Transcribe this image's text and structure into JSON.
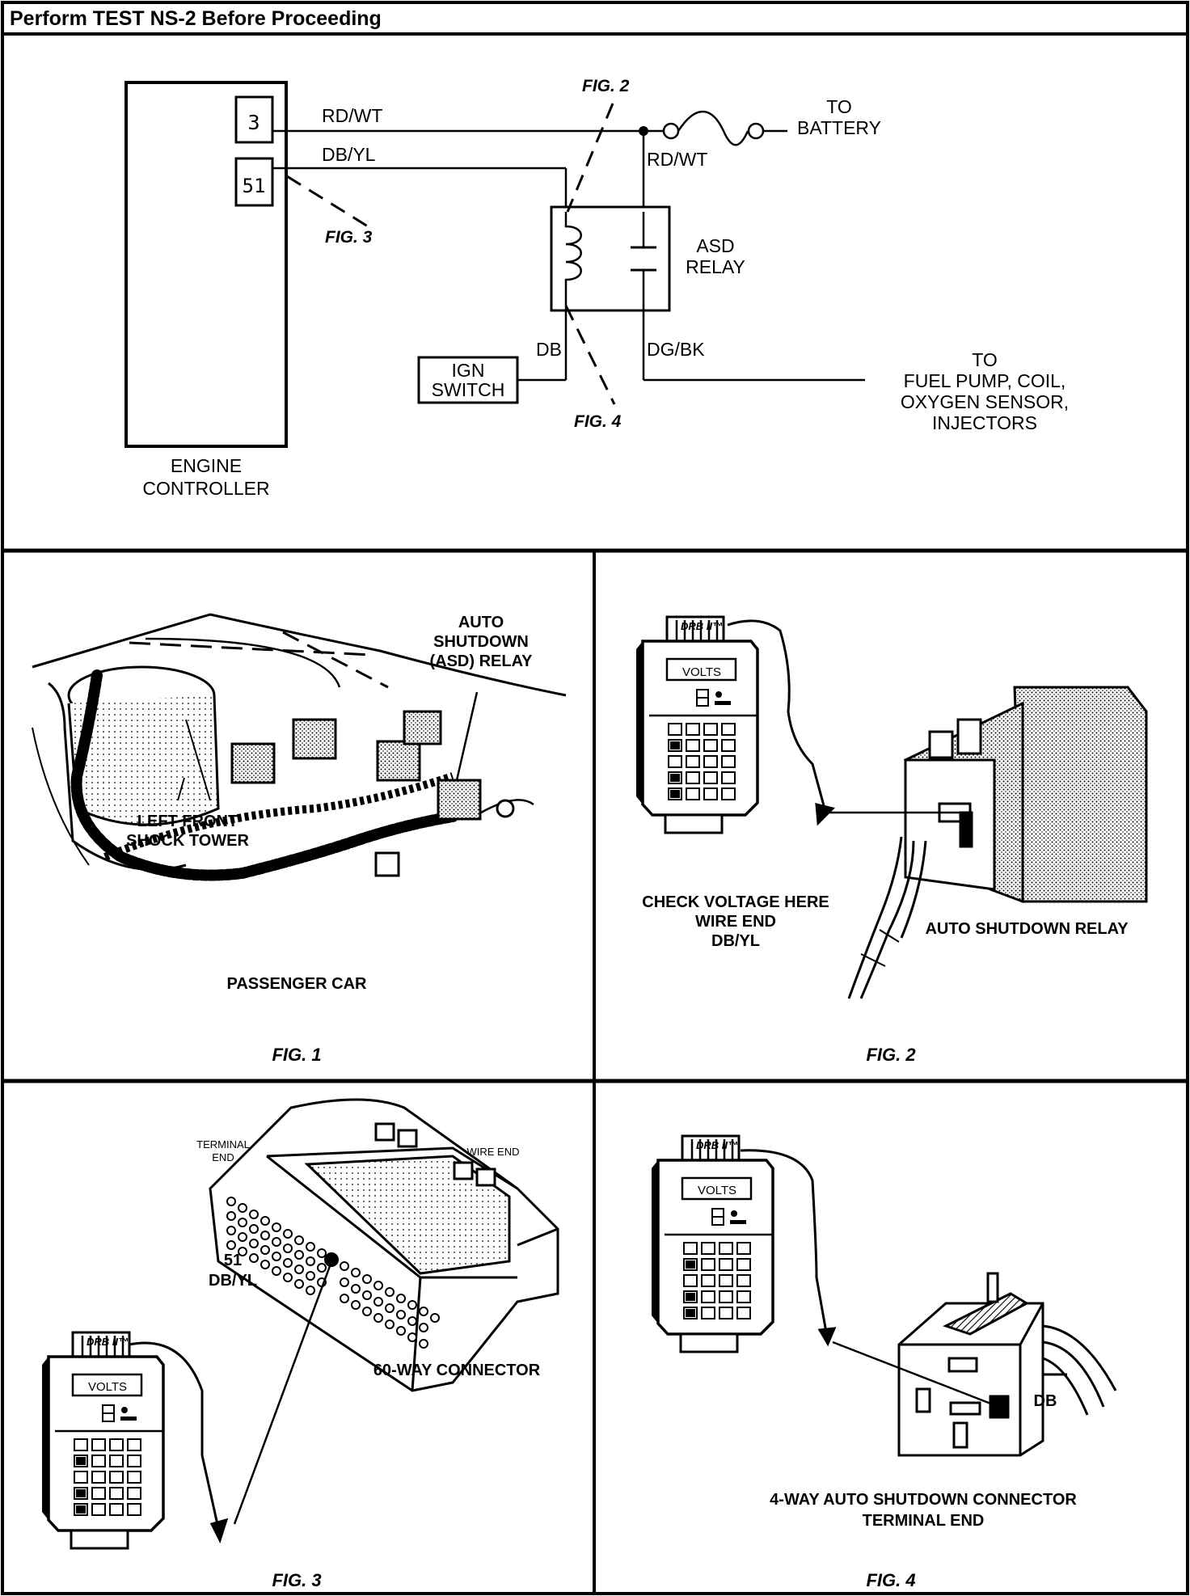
{
  "header": {
    "title": "Perform TEST NS-2 Before Proceeding"
  },
  "schematic": {
    "pin3": "3",
    "pin51": "51",
    "wire_rdwt_top": "RD/WT",
    "wire_dbyl": "DB/YL",
    "wire_rdwt_right": "RD/WT",
    "wire_db": "DB",
    "wire_dgbk": "DG/BK",
    "fig2_callout": "FIG. 2",
    "fig3_callout": "FIG. 3",
    "fig4_callout": "FIG. 4",
    "to_battery_1": "TO",
    "to_battery_2": "BATTERY",
    "relay_1": "ASD",
    "relay_2": "RELAY",
    "ign_1": "IGN",
    "ign_2": "SWITCH",
    "engine_1": "ENGINE",
    "engine_2": "CONTROLLER",
    "dest_1": "TO",
    "dest_2": "FUEL PUMP, COIL,",
    "dest_3": "OXYGEN SENSOR,",
    "dest_4": "INJECTORS"
  },
  "fig1": {
    "asd_1": "AUTO",
    "asd_2": "SHUTDOWN",
    "asd_3": "(ASD) RELAY",
    "shock_1": "LEFT FRONT",
    "shock_2": "SHOCK TOWER",
    "caption": "PASSENGER CAR",
    "label": "FIG. 1"
  },
  "fig2": {
    "check_1": "CHECK VOLTAGE HERE",
    "check_2": "WIRE END",
    "check_3": "DB/YL",
    "relay": "AUTO SHUTDOWN RELAY",
    "label": "FIG. 2"
  },
  "fig3": {
    "terminal_1": "TERMINAL",
    "terminal_2": "END",
    "wire_end": "WIRE END",
    "pin_1": "51",
    "pin_2": "DB/YL",
    "connector": "60-WAY CONNECTOR",
    "label": "FIG. 3"
  },
  "fig4": {
    "db": "DB",
    "caption_1": "4-WAY AUTO SHUTDOWN CONNECTOR",
    "caption_2": "TERMINAL END",
    "label": "FIG. 4"
  },
  "meter": {
    "brand": "DRB II™",
    "display": "VOLTS"
  }
}
